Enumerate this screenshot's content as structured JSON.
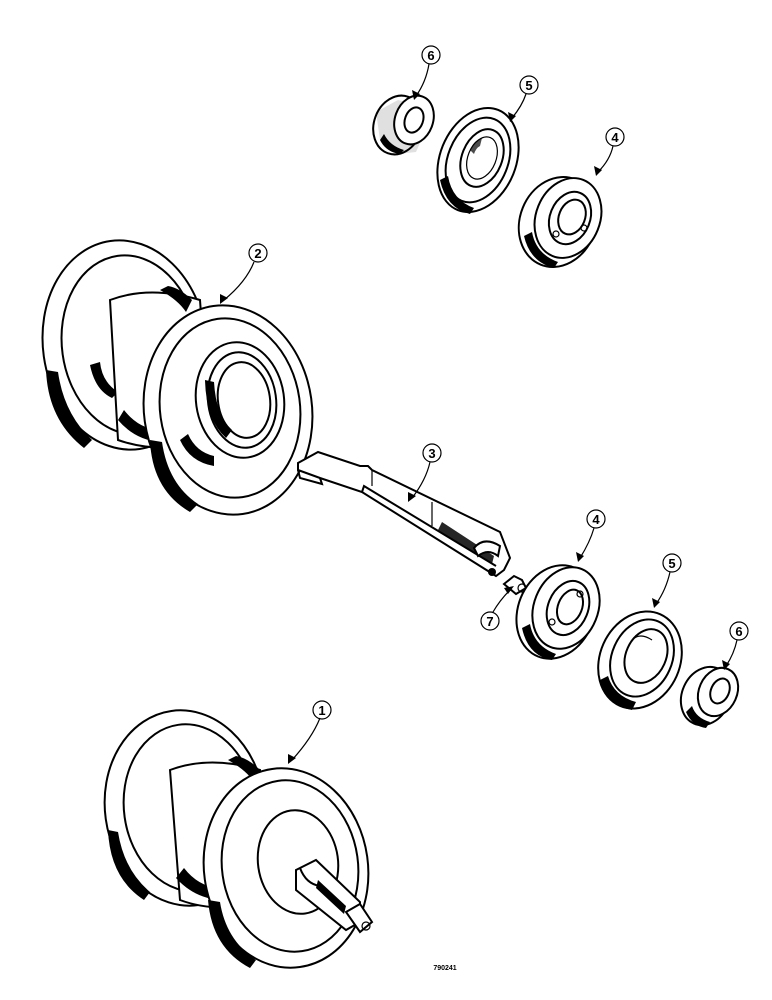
{
  "callouts": {
    "c1": "1",
    "c2": "2",
    "c3": "3",
    "c4_top": "4",
    "c5_top": "5",
    "c6_top": "6",
    "c4_mid": "4",
    "c5_mid": "5",
    "c6_mid": "6",
    "c7": "7"
  },
  "drawing_code": "790241",
  "colors": {
    "ink": "#000000",
    "paper": "#ffffff"
  }
}
